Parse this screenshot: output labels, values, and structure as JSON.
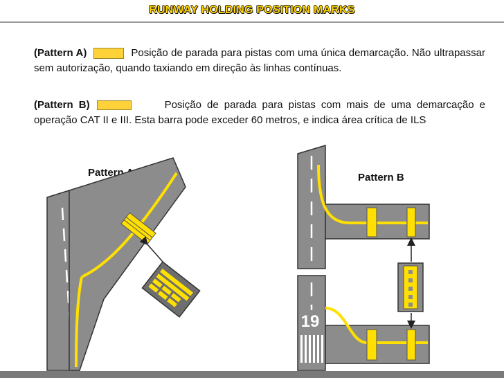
{
  "header": {
    "title": "RUNWAY HOLDING POSITION MARKS"
  },
  "pattern_a": {
    "label": "(Pattern A)",
    "description": "Posição de parada para pistas com uma única demarcação. Não ultrapassar sem autorização, quando taxiando em direção às linhas contínuas."
  },
  "pattern_b": {
    "label": "(Pattern B)",
    "description": "Posição de parada para pistas com mais de uma demarcação e operação CAT II e III. Esta barra pode exceder 60 metros, e indica área crítica de ILS"
  },
  "diagram_a": {
    "label": "Pattern A"
  },
  "diagram_b": {
    "label": "Pattern B",
    "runway_number": "19"
  },
  "colors": {
    "pavement": "#8c8c8c",
    "marking": "#ffe000",
    "title": "#ffd200"
  }
}
